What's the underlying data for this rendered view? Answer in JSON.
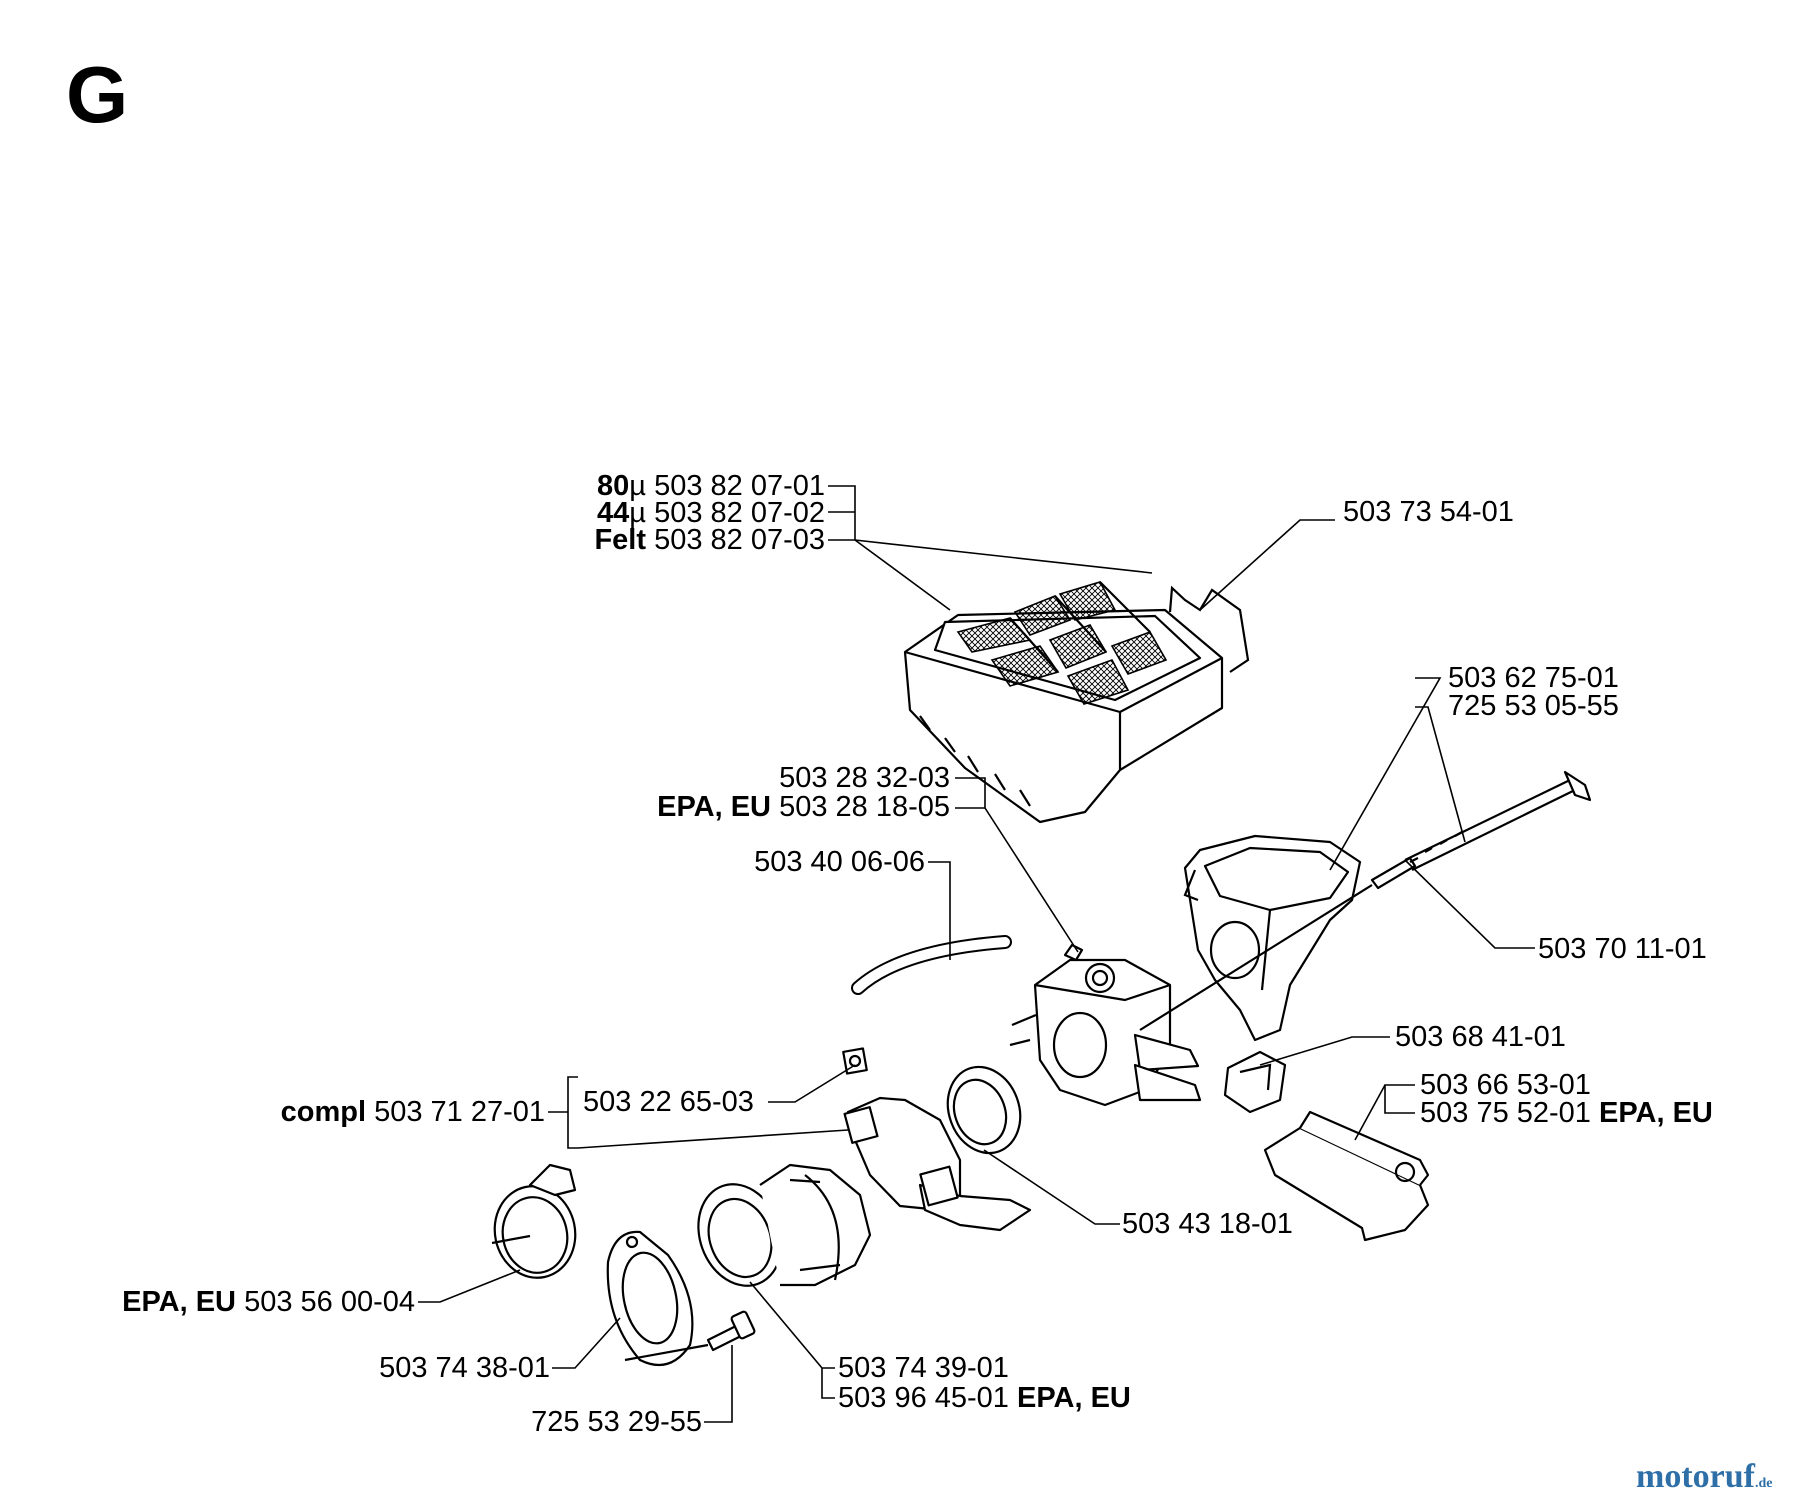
{
  "section_letter": "G",
  "watermark": {
    "main": "motoruf",
    "tld": ".de"
  },
  "labels": {
    "filter_80": {
      "prefix": "80",
      "unit": "µ",
      "part": " 503 82 07-01"
    },
    "filter_44": {
      "prefix": "44",
      "unit": "µ",
      "part": " 503 82 07-02"
    },
    "filter_felt": {
      "prefix": "Felt",
      "part": " 503 82 07-03"
    },
    "cover": {
      "part": "503 73 54-01"
    },
    "intake_bolt_a": {
      "part": "503 62 75-01"
    },
    "intake_bolt_b": {
      "part": "725 53 05-55"
    },
    "carb_a": {
      "part": "503 28 32-03"
    },
    "carb_b": {
      "prefix": "EPA, EU",
      "part": " 503 28 18-05"
    },
    "fuel_hose": {
      "part": "503 40 06-06"
    },
    "sleeve": {
      "part": "503 70 11-01"
    },
    "choke_knob": {
      "part": "503 68 41-01"
    },
    "throttle_a": {
      "part": "503 66 53-01"
    },
    "throttle_b": {
      "part": "503 75 52-01",
      "suffix": " EPA, EU"
    },
    "nut": {
      "part": "503 22 65-03"
    },
    "bracket": {
      "prefix": "compl",
      "part": " 503 71 27-01"
    },
    "gasket_ring": {
      "part": "503 43 18-01"
    },
    "hose_clamp": {
      "prefix": "EPA, EU",
      "part": " 503 56 00-04"
    },
    "flange": {
      "part": "503 74 38-01"
    },
    "intake_a": {
      "part": "503 74 39-01"
    },
    "intake_b": {
      "part": "503 96 45-01",
      "suffix": " EPA, EU"
    },
    "screw": {
      "part": "725 53 29-55"
    }
  }
}
